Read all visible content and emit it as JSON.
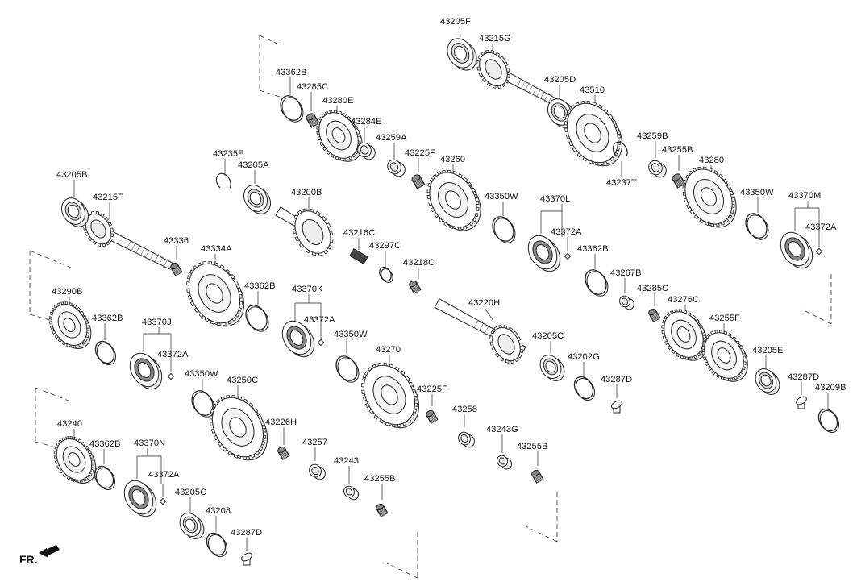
{
  "diagram": {
    "direction_label": "FR.",
    "parts": [
      {
        "id": "p1",
        "label": "43205F",
        "shape": "bearing"
      },
      {
        "id": "p2",
        "label": "43215G",
        "shape": "shaft"
      },
      {
        "id": "p3",
        "label": "43205D",
        "shape": "bearing"
      },
      {
        "id": "p4",
        "label": "43510",
        "shape": "gear"
      },
      {
        "id": "p5",
        "label": "43362B",
        "shape": "ring"
      },
      {
        "id": "p6",
        "label": "43285C",
        "shape": "needle"
      },
      {
        "id": "p7",
        "label": "43280E",
        "shape": "gear"
      },
      {
        "id": "p8",
        "label": "43284E",
        "shape": "bushing"
      },
      {
        "id": "p9",
        "label": "43259A",
        "shape": "bushing"
      },
      {
        "id": "p10",
        "label": "43225F",
        "shape": "needle"
      },
      {
        "id": "p11",
        "label": "43260",
        "shape": "gear"
      },
      {
        "id": "p12",
        "label": "43259B",
        "shape": "bushing"
      },
      {
        "id": "p13",
        "label": "43255B",
        "shape": "needle"
      },
      {
        "id": "p14",
        "label": "43237T",
        "shape": "snapring"
      },
      {
        "id": "p15",
        "label": "43280",
        "shape": "gear"
      },
      {
        "id": "p16",
        "label": "43235E",
        "shape": "snapring"
      },
      {
        "id": "p17",
        "label": "43205A",
        "shape": "bearing"
      },
      {
        "id": "p18",
        "label": "43200B",
        "shape": "shaft"
      },
      {
        "id": "p19",
        "label": "43350W",
        "shape": "ring"
      },
      {
        "id": "p20",
        "label": "43370L",
        "shape": "synchro"
      },
      {
        "id": "p21",
        "label": "43372A",
        "shape": "key"
      },
      {
        "id": "p22",
        "label": "43350W",
        "shape": "ring"
      },
      {
        "id": "p23",
        "label": "43370M",
        "shape": "synchro"
      },
      {
        "id": "p24",
        "label": "43372A",
        "shape": "key"
      },
      {
        "id": "p25",
        "label": "43205B",
        "shape": "bearing"
      },
      {
        "id": "p26",
        "label": "43215F",
        "shape": "shaft"
      },
      {
        "id": "p27",
        "label": "43336",
        "shape": "needle"
      },
      {
        "id": "p28",
        "label": "43334A",
        "shape": "gear"
      },
      {
        "id": "p29",
        "label": "43216C",
        "shape": "spring"
      },
      {
        "id": "p30",
        "label": "43297C",
        "shape": "ring"
      },
      {
        "id": "p31",
        "label": "43218C",
        "shape": "needle"
      },
      {
        "id": "p32",
        "label": "43362B",
        "shape": "ring"
      },
      {
        "id": "p33",
        "label": "43267B",
        "shape": "bushing"
      },
      {
        "id": "p34",
        "label": "43285C",
        "shape": "needle"
      },
      {
        "id": "p35",
        "label": "43276C",
        "shape": "gear"
      },
      {
        "id": "p36",
        "label": "43290B",
        "shape": "gear"
      },
      {
        "id": "p37",
        "label": "43362B",
        "shape": "ring"
      },
      {
        "id": "p38",
        "label": "43362B",
        "shape": "ring"
      },
      {
        "id": "p39",
        "label": "43370K",
        "shape": "synchro"
      },
      {
        "id": "p40",
        "label": "43372A",
        "shape": "key"
      },
      {
        "id": "p41",
        "label": "43220H",
        "shape": "shaft"
      },
      {
        "id": "p42",
        "label": "43255F",
        "shape": "gear"
      },
      {
        "id": "p43",
        "label": "43370J",
        "shape": "synchro"
      },
      {
        "id": "p44",
        "label": "43372A",
        "shape": "key"
      },
      {
        "id": "p45",
        "label": "43350W",
        "shape": "ring"
      },
      {
        "id": "p46",
        "label": "43270",
        "shape": "gear"
      },
      {
        "id": "p47",
        "label": "43205C",
        "shape": "bearing"
      },
      {
        "id": "p48",
        "label": "43202G",
        "shape": "ring"
      },
      {
        "id": "p49",
        "label": "43205E",
        "shape": "bearing"
      },
      {
        "id": "p50",
        "label": "43350W",
        "shape": "ring"
      },
      {
        "id": "p51",
        "label": "43250C",
        "shape": "gear"
      },
      {
        "id": "p52",
        "label": "43225F",
        "shape": "needle"
      },
      {
        "id": "p53",
        "label": "43287D",
        "shape": "plug"
      },
      {
        "id": "p54",
        "label": "43287D",
        "shape": "plug"
      },
      {
        "id": "p55",
        "label": "43209B",
        "shape": "ring"
      },
      {
        "id": "p56",
        "label": "43258",
        "shape": "bushing"
      },
      {
        "id": "p57",
        "label": "43226H",
        "shape": "needle"
      },
      {
        "id": "p58",
        "label": "43243G",
        "shape": "bushing"
      },
      {
        "id": "p59",
        "label": "43240",
        "shape": "gear"
      },
      {
        "id": "p60",
        "label": "43362B",
        "shape": "ring"
      },
      {
        "id": "p61",
        "label": "43257",
        "shape": "bushing"
      },
      {
        "id": "p62",
        "label": "43255B",
        "shape": "needle"
      },
      {
        "id": "p63",
        "label": "43370N",
        "shape": "synchro"
      },
      {
        "id": "p64",
        "label": "43372A",
        "shape": "key"
      },
      {
        "id": "p65",
        "label": "43243",
        "shape": "bushing"
      },
      {
        "id": "p66",
        "label": "43255B",
        "shape": "needle"
      },
      {
        "id": "p67",
        "label": "43205C",
        "shape": "bearing"
      },
      {
        "id": "p68",
        "label": "43208",
        "shape": "ring"
      },
      {
        "id": "p69",
        "label": "43287D",
        "shape": "plug"
      }
    ]
  }
}
